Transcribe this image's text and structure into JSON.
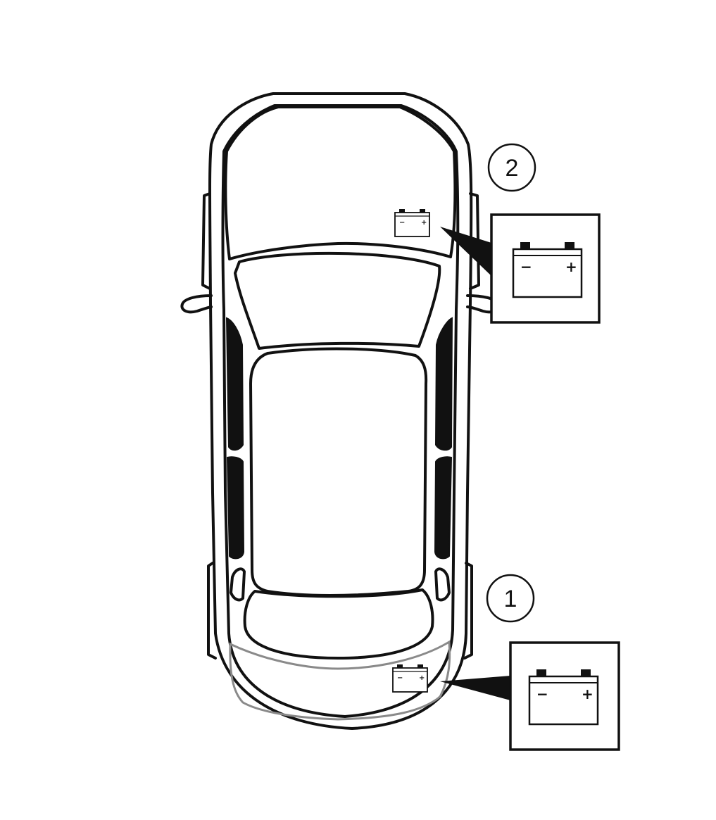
{
  "diagram": {
    "callouts": [
      {
        "number": "1",
        "location": "rear"
      },
      {
        "number": "2",
        "location": "front"
      }
    ],
    "battery_terminals": {
      "negative": "−",
      "positive": "+"
    },
    "colors": {
      "line": "#111111",
      "background": "#ffffff",
      "trunk_outline": "#8a8a8a"
    }
  }
}
